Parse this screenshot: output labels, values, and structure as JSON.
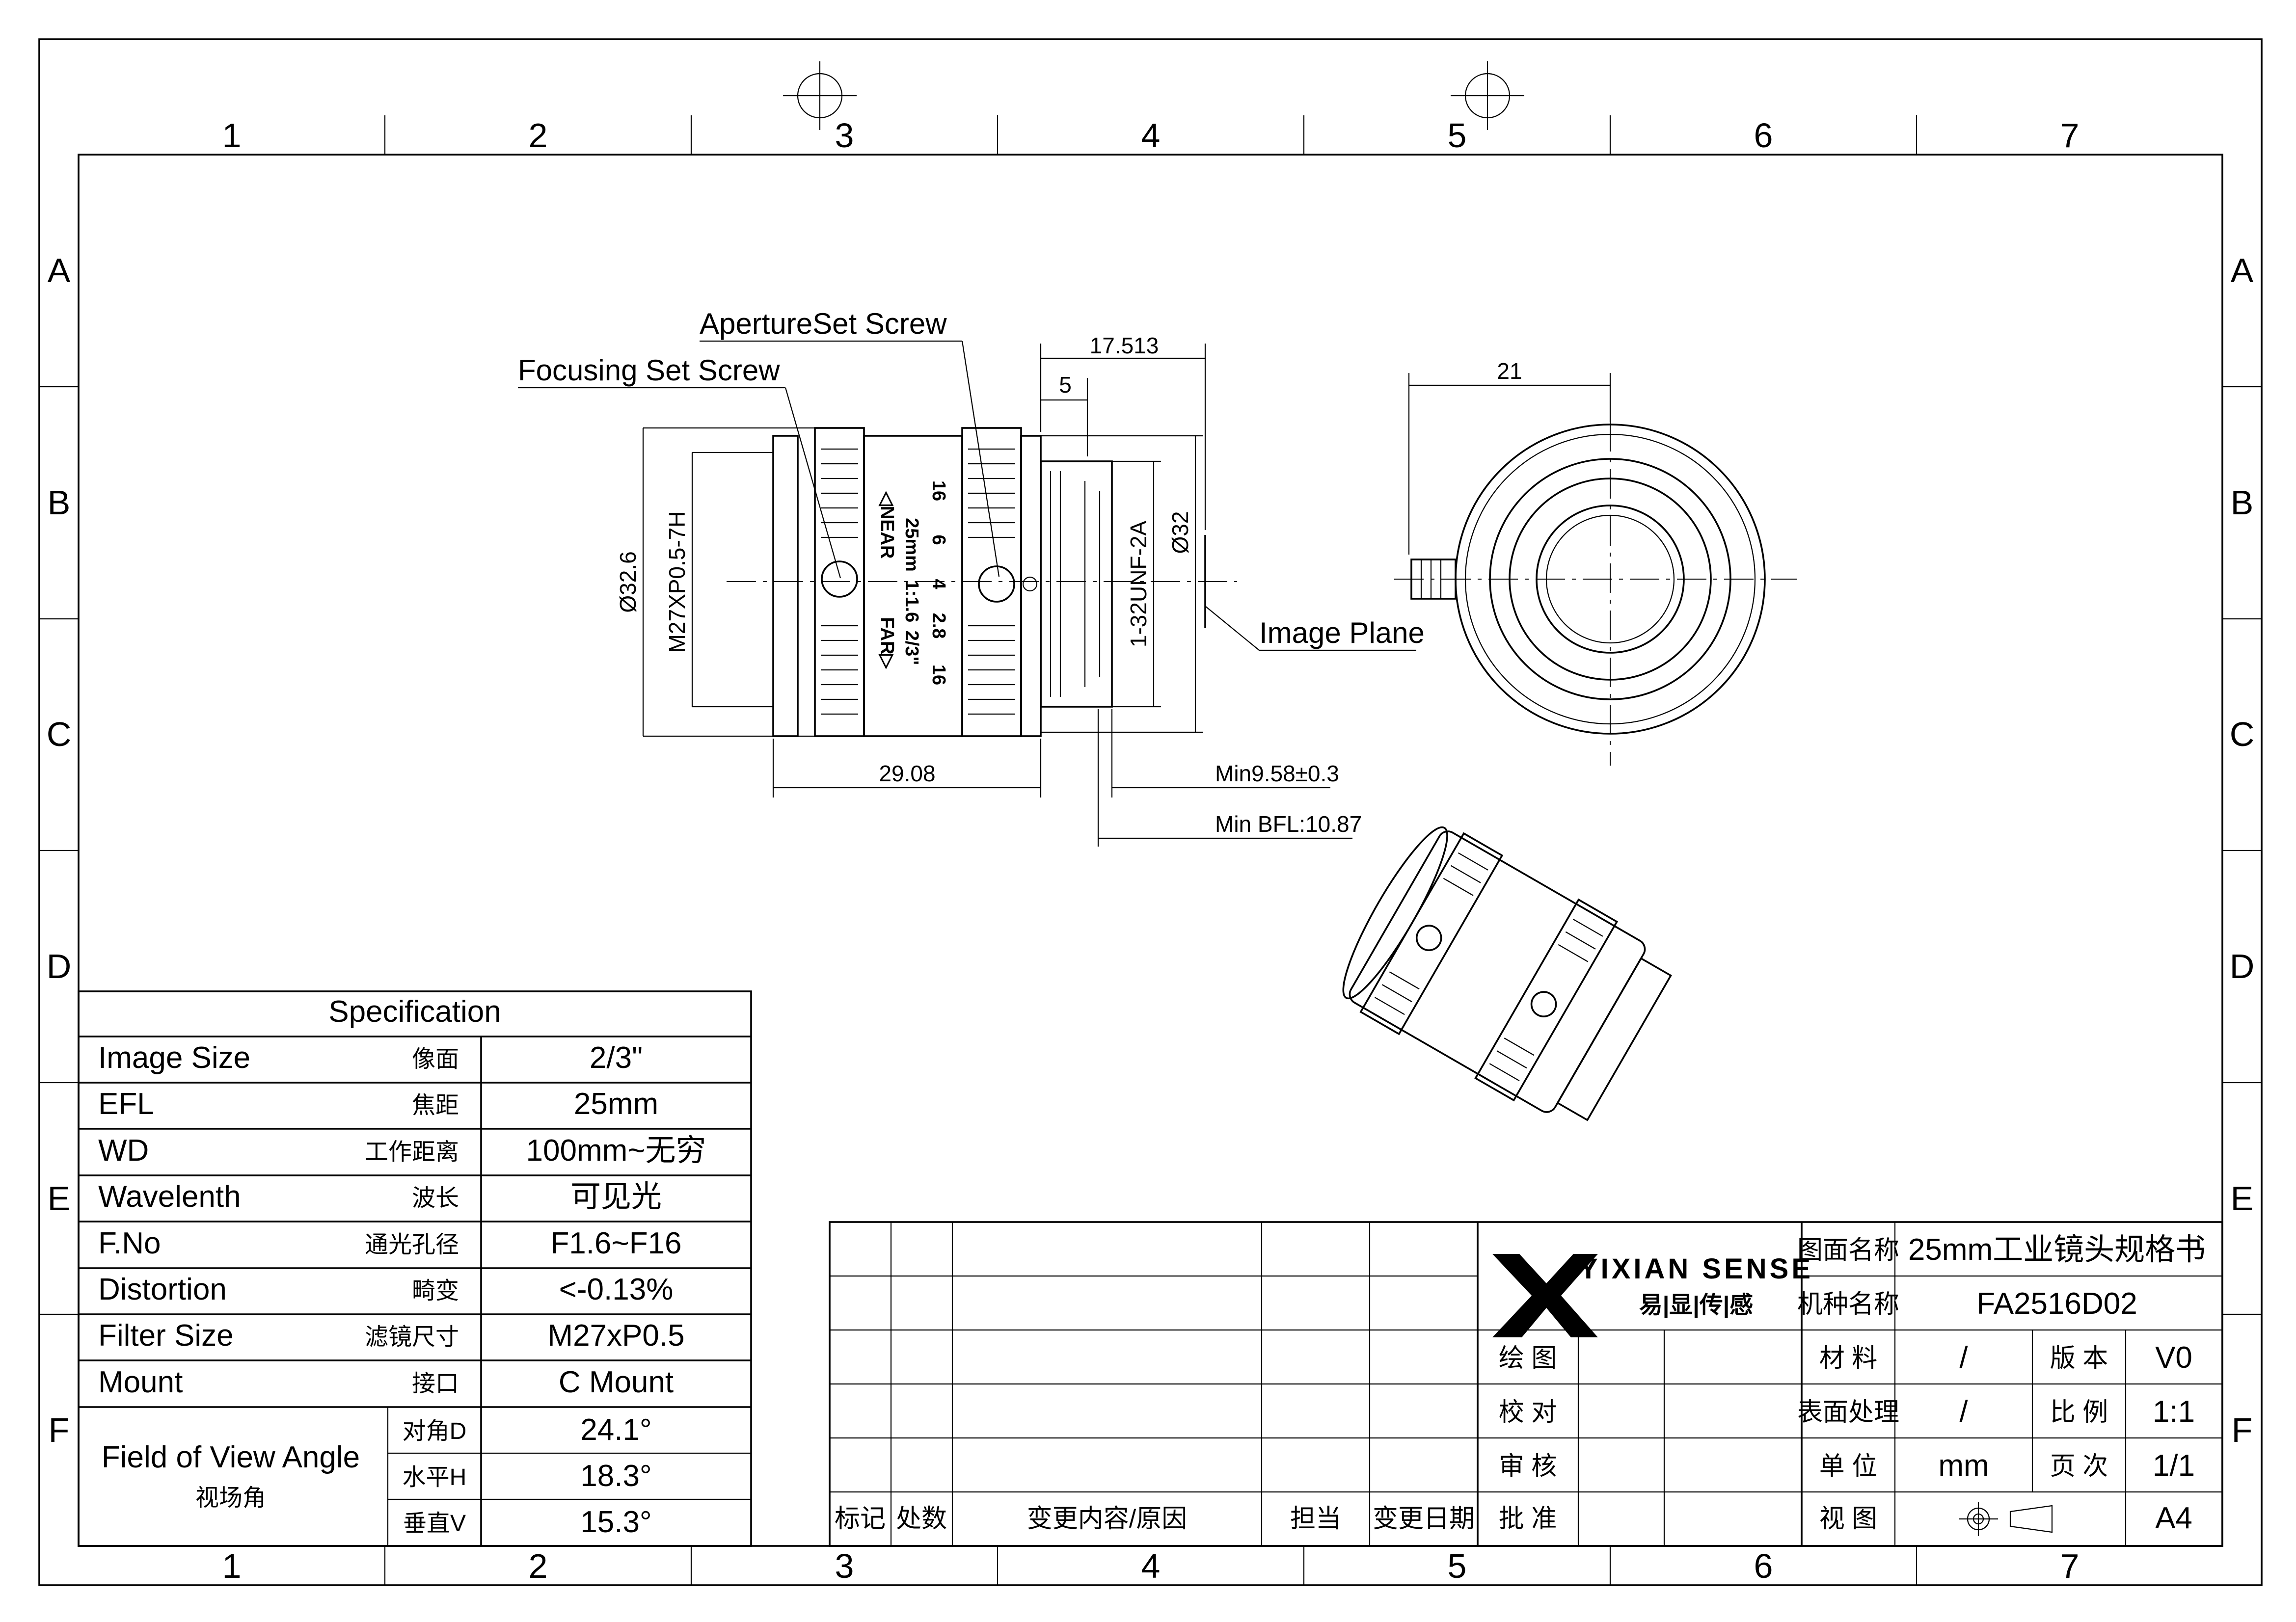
{
  "border": {
    "columns": [
      "1",
      "2",
      "3",
      "4",
      "5",
      "6",
      "7"
    ],
    "rows": [
      "A",
      "B",
      "C",
      "D",
      "E",
      "F"
    ]
  },
  "views": {
    "side": {
      "callouts": {
        "aperture_screw": "ApertureSet Screw",
        "focusing_screw": "Focusing Set Screw",
        "image_plane": "Image Plane"
      },
      "dimensions": {
        "flange": "17.513",
        "mount_len": "5",
        "dia_outer": "Ø32.6",
        "thread_front": "M27XP0.5-7H",
        "mount_thread": "1-32UNF-2A",
        "dia_mount": "Ø32",
        "body_len": "29.08",
        "min_distance": "Min9.58±0.3",
        "min_bfl": "Min BFL:10.87"
      },
      "lens_markings": {
        "scale_top": [
          "16",
          "6",
          "4",
          "2.8",
          "16"
        ],
        "near": "◁NEAR",
        "efl": "25mm",
        "fno": "1:1.6",
        "format": "2/3\"",
        "far": "FAR▷"
      }
    },
    "rear": {
      "dimensions": {
        "width": "21"
      }
    }
  },
  "spec_table": {
    "title": "Specification",
    "rows": [
      {
        "name": "Image Size",
        "cn": "像面",
        "value": "2/3\""
      },
      {
        "name": "EFL",
        "cn": "焦距",
        "value": "25mm"
      },
      {
        "name": "WD",
        "cn": "工作距离",
        "value": "100mm~无穷"
      },
      {
        "name": "Wavelenth",
        "cn": "波长",
        "value": "可见光"
      },
      {
        "name": "F.No",
        "cn": "通光孔径",
        "value": "F1.6~F16"
      },
      {
        "name": "Distortion",
        "cn": "畸变",
        "value": "<-0.13%"
      },
      {
        "name": "Filter Size",
        "cn": "滤镜尺寸",
        "value": "M27xP0.5"
      },
      {
        "name": "Mount",
        "cn": "接口",
        "value": "C Mount"
      }
    ],
    "fov": {
      "name": "Field of View Angle",
      "cn": "视场角",
      "rows": [
        {
          "axis": "对角D",
          "value": "24.1°"
        },
        {
          "axis": "水平H",
          "value": "18.3°"
        },
        {
          "axis": "垂直V",
          "value": "15.3°"
        }
      ]
    }
  },
  "title_block": {
    "revision_headers": [
      "标记",
      "处数",
      "变更内容/原因",
      "担当",
      "变更日期"
    ],
    "company": {
      "name": "YIXIAN SENSE",
      "cn": "易|显|传|感"
    },
    "drawing_name_label": "图面名称",
    "drawing_name": "25mm工业镜头规格书",
    "model_label": "机种名称",
    "model": "FA2516D02",
    "sign_labels": [
      "绘 图",
      "校 对",
      "审 核",
      "批 准"
    ],
    "material_label": "材 料",
    "material": "/",
    "surface_label": "表面处理",
    "surface": "/",
    "unit_label": "单 位",
    "unit": "mm",
    "view_label": "视 图",
    "version_label": "版 本",
    "version": "V0",
    "scale_label": "比 例",
    "scale": "1:1",
    "page_label": "页 次",
    "page": "1/1",
    "paper": "A4"
  },
  "colors": {
    "ink": "#000000",
    "paper": "#ffffff"
  }
}
